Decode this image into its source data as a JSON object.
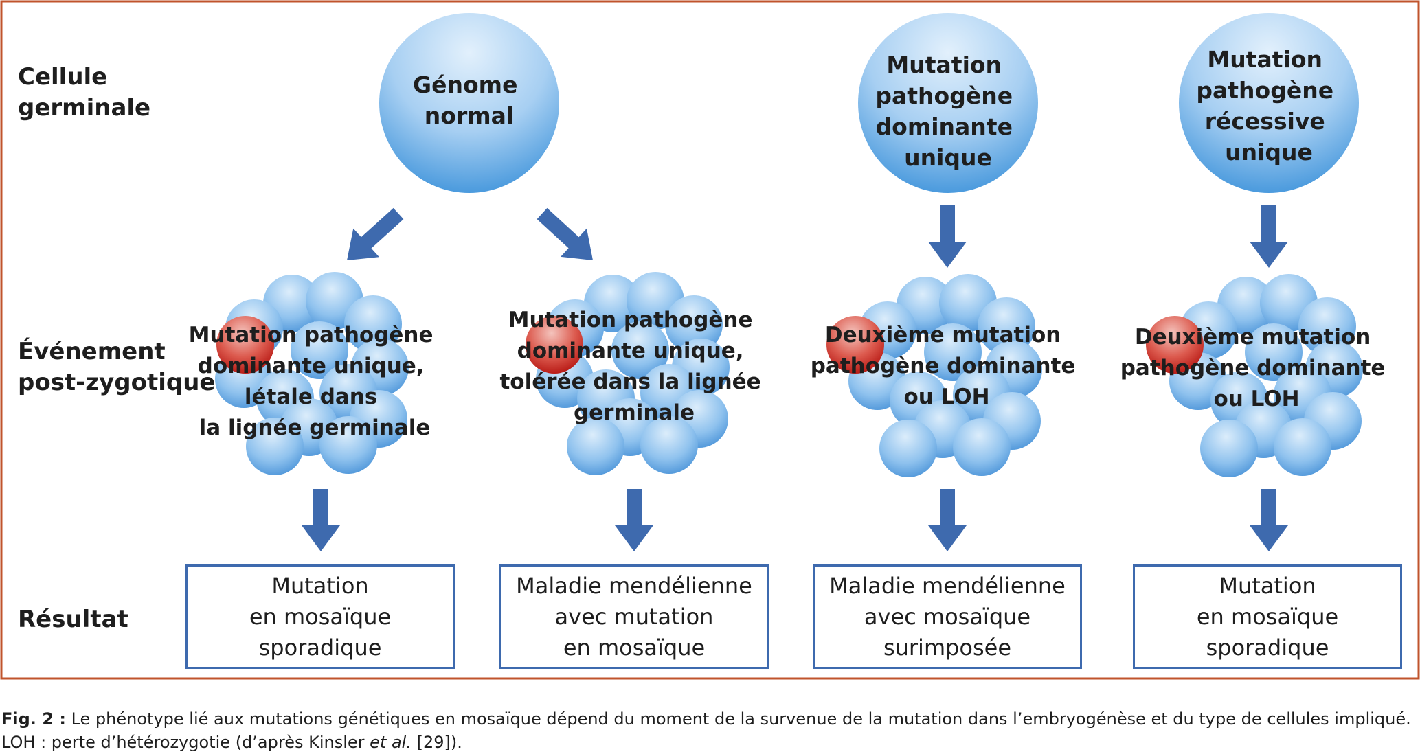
{
  "row_labels": {
    "germ_line": [
      "Cellule",
      "germinale"
    ],
    "post_zygotic": [
      "Événement",
      "post-zygotique"
    ],
    "result": "Résultat"
  },
  "columns": [
    {
      "germ_cell": [
        "Génome",
        "normal"
      ],
      "event": [
        "Mutation pathogène",
        "dominante unique,",
        "létale dans",
        "la lignée germinale"
      ],
      "result": [
        "Mutation",
        "en mosaïque",
        "sporadique"
      ]
    },
    {
      "germ_cell": [
        "Génome",
        "normal"
      ],
      "event": [
        "Mutation pathogène",
        "dominante unique,",
        "tolérée dans la lignée",
        "germinale"
      ],
      "result": [
        "Maladie mendélienne",
        "avec mutation",
        "en mosaïque"
      ]
    },
    {
      "germ_cell": [
        "Mutation",
        "pathogène",
        "dominante",
        "unique"
      ],
      "event": [
        "Deuxième mutation",
        "pathogène dominante",
        "ou LOH"
      ],
      "result": [
        "Maladie mendélienne",
        "avec mosaïque",
        "surimposée"
      ]
    },
    {
      "germ_cell": [
        "Mutation",
        "pathogène",
        "récessive",
        "unique"
      ],
      "event": [
        "Deuxième mutation",
        "pathogène dominante",
        "ou LOH"
      ],
      "result": [
        "Mutation",
        "en mosaïque",
        "sporadique"
      ]
    }
  ],
  "caption": {
    "label": "Fig. 2 :",
    "line1": "Le phénotype lié aux mutations génétiques en mosaïque dépend du moment de la survenue de la mutation dans l’embryogénèse et du type de cellules impliqué.",
    "line2_before": "LOH : perte d’hétérozygotie (d’après Kinsler ",
    "line2_italic": "et al.",
    "line2_after": " [29])."
  },
  "colors": {
    "frame": "#c0542c",
    "arrow": "#3e6aae",
    "box_border": "#3e6aae",
    "cell_light": "#d6eafb",
    "cell_dark": "#4a9ade",
    "mutant_light": "#f2b0a8",
    "mutant_dark": "#c0221c",
    "text": "#1e1e1e"
  }
}
